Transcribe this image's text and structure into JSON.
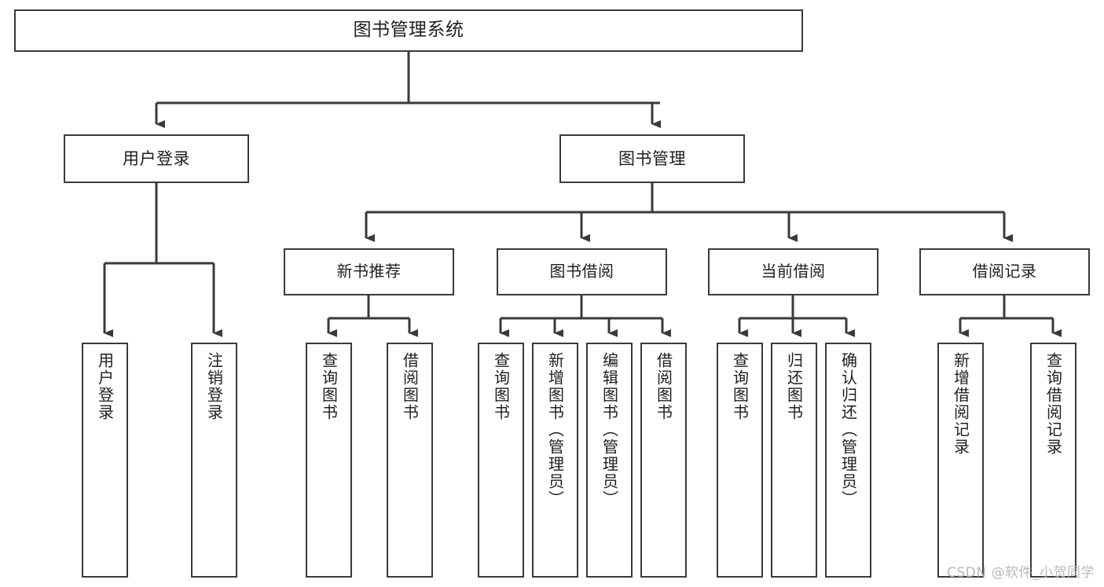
{
  "diagram": {
    "title": "图书管理系统",
    "type": "hierarchy-tree",
    "stroke_color": "#3a3a3a",
    "fill_color": "#ffffff",
    "text_color": "#1f1f1f"
  },
  "root": {
    "label": "图书管理系统"
  },
  "level2": [
    {
      "label": "用户登录"
    },
    {
      "label": "图书管理"
    }
  ],
  "level3": [
    {
      "label": "新书推荐"
    },
    {
      "label": "图书借阅"
    },
    {
      "label": "当前借阅"
    },
    {
      "label": "借阅记录"
    }
  ],
  "leaves": {
    "user_login": [
      {
        "label": "用户登录"
      },
      {
        "label": "注销登录"
      }
    ],
    "new_book_recommend": [
      {
        "label": "查询图书"
      },
      {
        "label": "借阅图书"
      }
    ],
    "book_borrow": [
      {
        "label": "查询图书"
      },
      {
        "label": "新增图书（管理员）"
      },
      {
        "label": "编辑图书（管理员）"
      },
      {
        "label": "借阅图书"
      }
    ],
    "current_borrow": [
      {
        "label": "查询图书"
      },
      {
        "label": "归还图书"
      },
      {
        "label": "确认归还（管理员）"
      }
    ],
    "borrow_record": [
      {
        "label": "新增借阅记录"
      },
      {
        "label": "查询借阅记录"
      }
    ]
  },
  "watermark": {
    "text": "CSDN @软件_小贺同学"
  }
}
